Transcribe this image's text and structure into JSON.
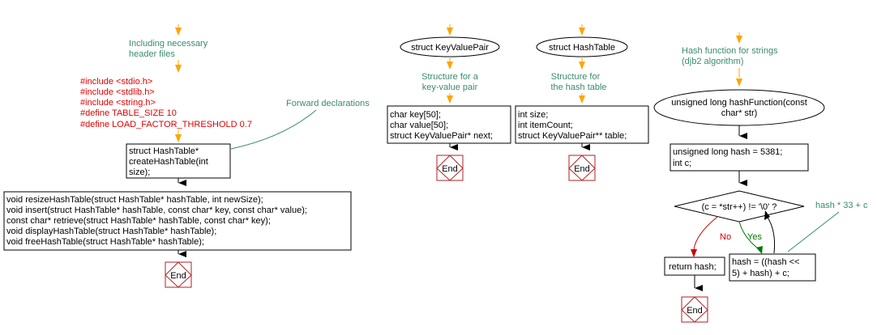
{
  "main": {
    "include_note": [
      "Including necessary",
      "header files"
    ],
    "preprocessor": [
      "#include <stdio.h>",
      "#include <stdlib.h>",
      "#include <string.h>",
      "#define TABLE_SIZE 10",
      "#define LOAD_FACTOR_THRESHOLD 0.7"
    ],
    "forward_note": "Forward declarations",
    "struct_decl": [
      "struct HashTable*",
      "createHashTable(int",
      "size);"
    ],
    "prototypes": [
      "void resizeHashTable(struct HashTable* hashTable, int newSize);",
      "void insert(struct HashTable* hashTable, const char* key, const char* value);",
      "const char* retrieve(struct HashTable* hashTable, const char* key);",
      "void displayHashTable(struct HashTable* hashTable);",
      "void freeHashTable(struct HashTable* hashTable);"
    ],
    "end": "End"
  },
  "kvp": {
    "title": "struct KeyValuePair",
    "note": [
      "Structure for a",
      "key-value pair"
    ],
    "fields": [
      "char key[50];",
      "char value[50];",
      "struct KeyValuePair* next;"
    ],
    "end": "End"
  },
  "ht": {
    "title": "struct HashTable",
    "note": [
      "Structure for",
      "the hash table"
    ],
    "fields": [
      "int size;",
      "int itemCount;",
      "struct KeyValuePair** table;"
    ],
    "end": "End"
  },
  "hf": {
    "note": [
      "Hash function for strings",
      "(djb2 algorithm)"
    ],
    "title": [
      "unsigned long hashFunction(const",
      "char* str)"
    ],
    "init": [
      "unsigned long hash = 5381;",
      "int c;"
    ],
    "condition": "(c = *str++) != '\\0' ?",
    "loop_note": "hash * 33 + c",
    "no_label": "No",
    "yes_label": "Yes",
    "return": "return hash;",
    "update": [
      "hash = ((hash <<",
      "5) + hash) + c;"
    ],
    "end": "End"
  },
  "colors": {
    "note": "#3a8a6e",
    "preprocessor": "#e00000",
    "arrow_start": "#ffa500",
    "no": "#cc0000",
    "yes": "#007700",
    "end_border": "#b22222"
  }
}
